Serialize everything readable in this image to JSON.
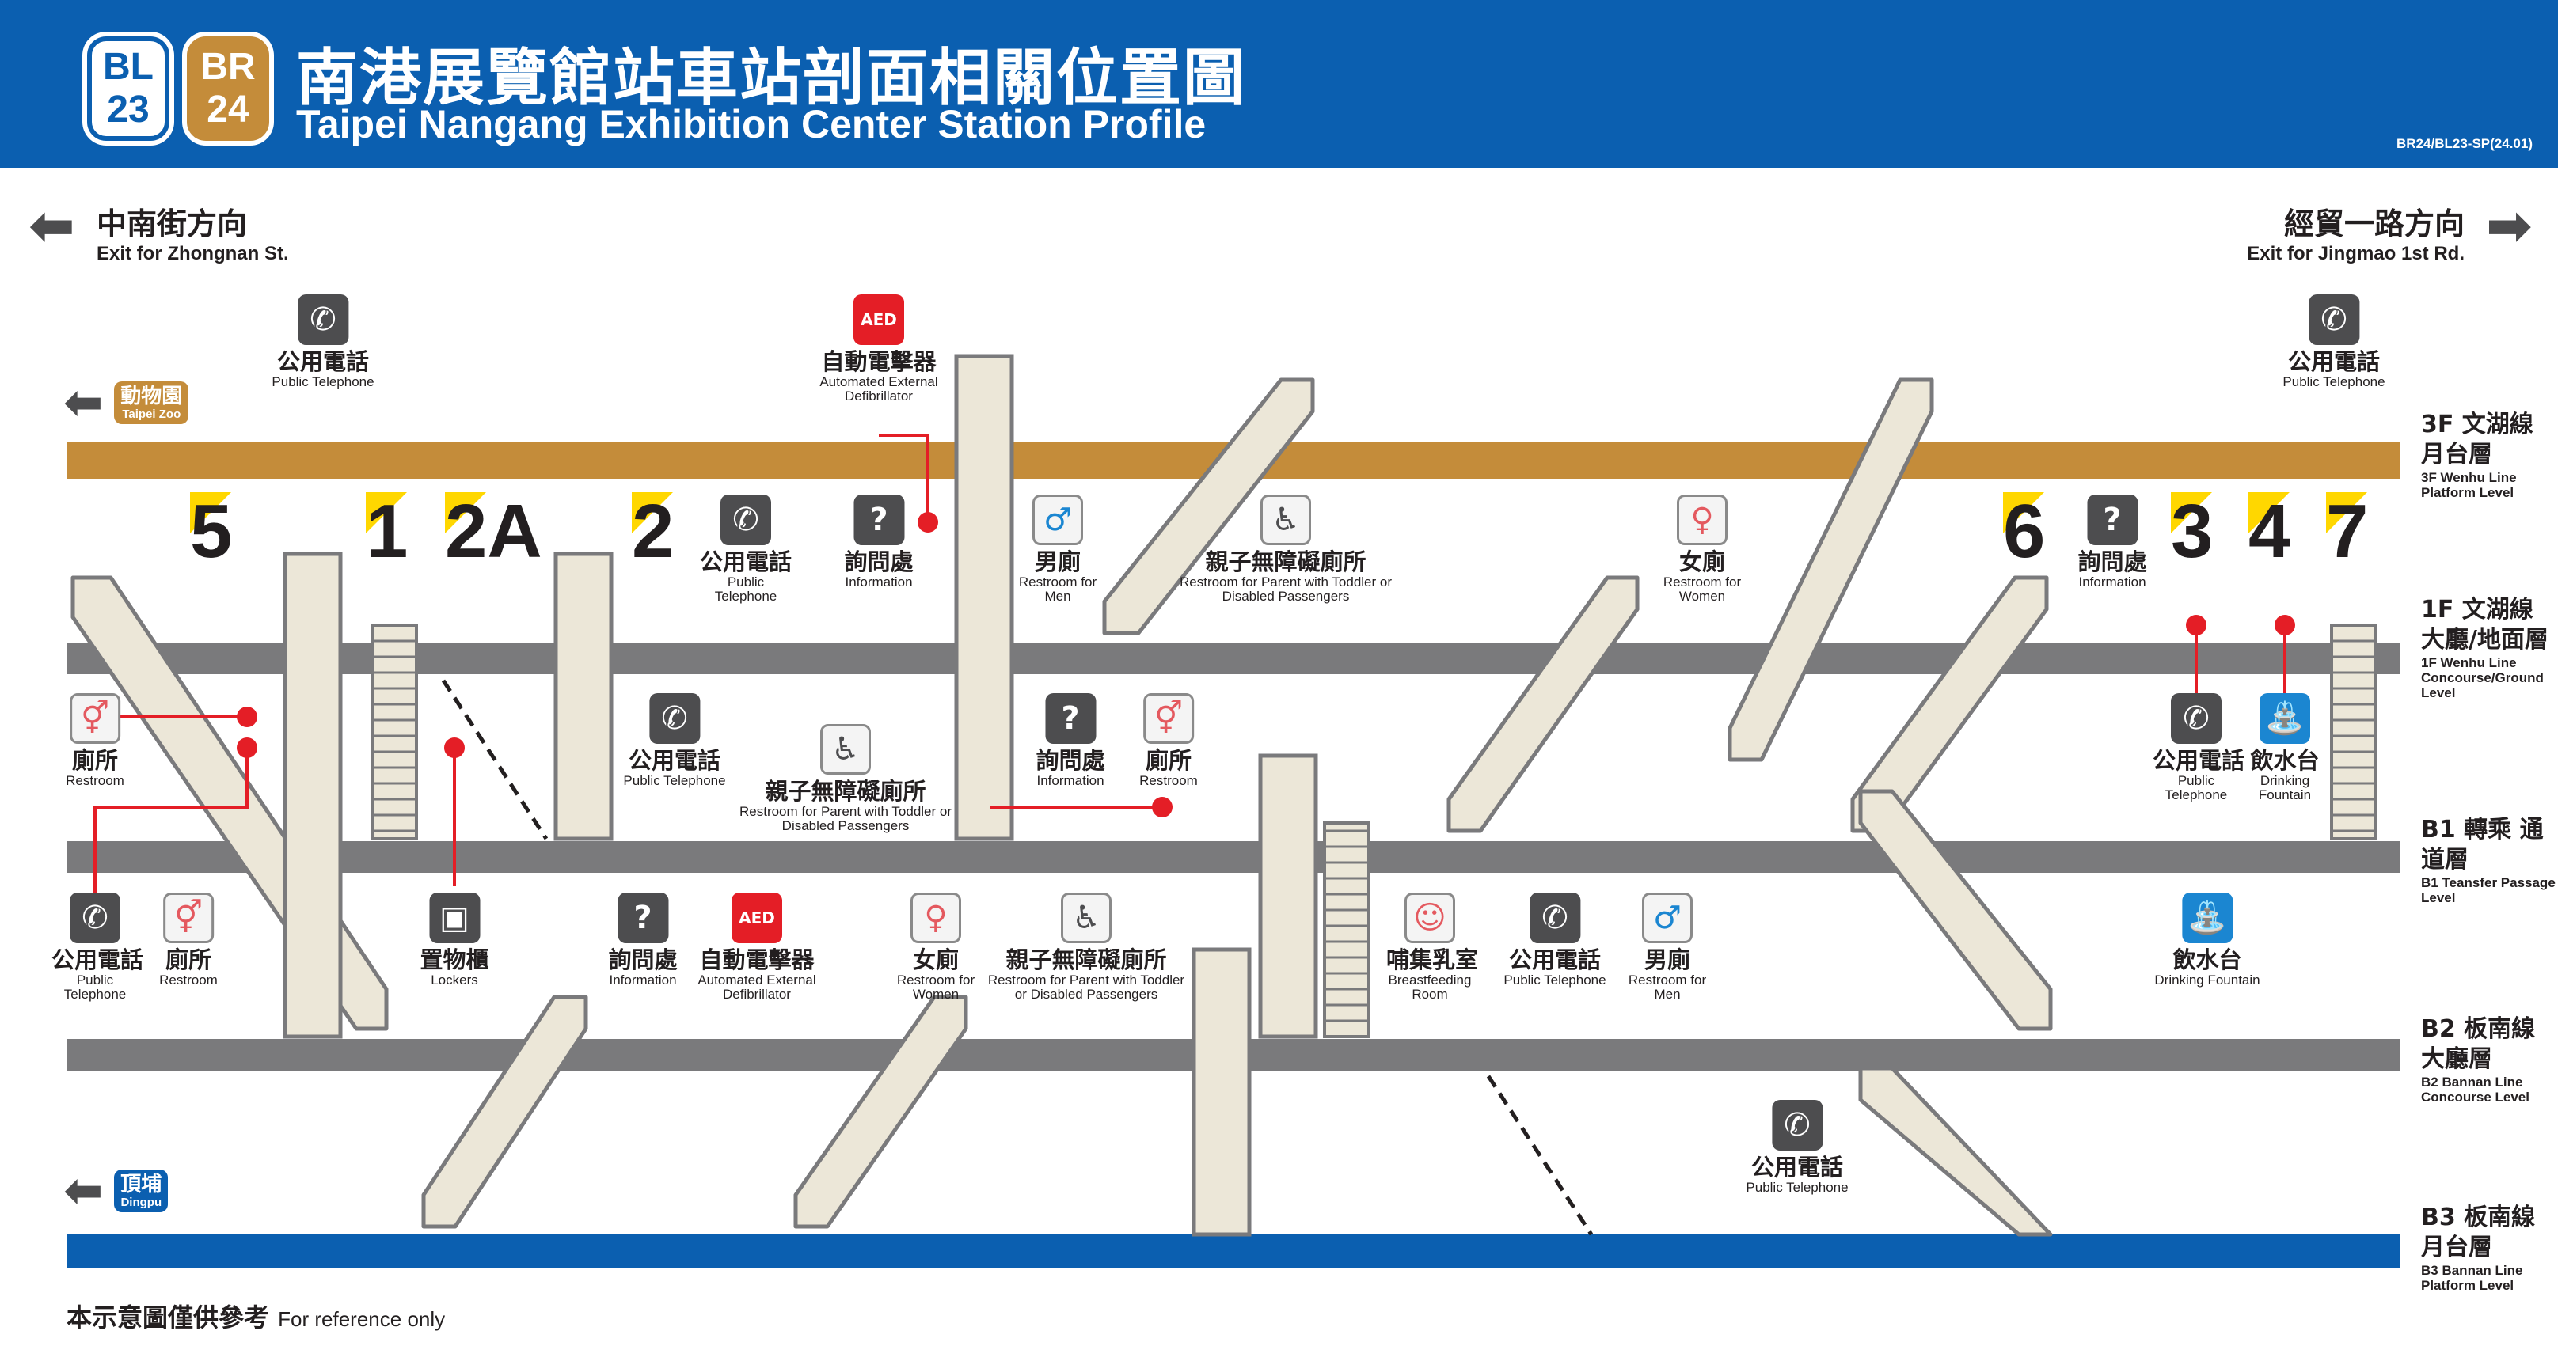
{
  "header": {
    "lines": [
      {
        "code_top": "BL",
        "code_bottom": "23",
        "color": "#0b5fb0"
      },
      {
        "code_top": "BR",
        "code_bottom": "24",
        "color": "#c48c3a"
      }
    ],
    "title_zh": "南港展覽館站車站剖面相關位置圖",
    "title_en": "Taipei Nangang Exhibition Center Station Profile",
    "doc_code": "BR24/BL23-SP(24.01)"
  },
  "exits_direction": {
    "left": {
      "zh": "中南街方向",
      "en": "Exit for Zhongnan St."
    },
    "right": {
      "zh": "經貿一路方向",
      "en": "Exit for Jingmao 1st Rd."
    }
  },
  "destinations": {
    "zoo": {
      "zh": "動物園",
      "en": "Taipei Zoo",
      "color": "#c48c3a"
    },
    "dingpu": {
      "zh": "頂埔",
      "en": "Dingpu",
      "color": "#0b5fb0"
    }
  },
  "floors": [
    {
      "zh": "3F 文湖線 月台層",
      "en": "3F Wenhu Line Platform Level",
      "color": "#c48c3a"
    },
    {
      "zh": "1F 文湖線 大廳/地面層",
      "en": "1F Wenhu Line Concourse/Ground Level",
      "color": "#7a7a7c"
    },
    {
      "zh": "B1 轉乘 通道層",
      "en": "B1 Teansfer Passage Level",
      "color": "#7a7a7c"
    },
    {
      "zh": "B2 板南線 大廳層",
      "en": "B2 Bannan Line Concourse Level",
      "color": "#7a7a7c"
    },
    {
      "zh": "B3 板南線 月台層",
      "en": "B3 Bannan Line Platform Level",
      "color": "#0b5fb0"
    }
  ],
  "exit_numbers": [
    "5",
    "1",
    "2A",
    "2",
    "6",
    "3",
    "4",
    "7"
  ],
  "facilities": {
    "f3_phone_left": {
      "zh": "公用電話",
      "en": "Public Telephone",
      "icon": "telephone-icon"
    },
    "f3_aed": {
      "zh": "自動電擊器",
      "en": "Automated External Defibrillator",
      "icon": "aed-icon",
      "badge": "AED"
    },
    "f3_phone_right": {
      "zh": "公用電話",
      "en": "Public Telephone",
      "icon": "telephone-icon"
    },
    "f1_phone": {
      "zh": "公用電話",
      "en": "Public Telephone",
      "icon": "telephone-icon"
    },
    "f1_info": {
      "zh": "詢問處",
      "en": "Information",
      "icon": "information-icon"
    },
    "f1_men": {
      "zh": "男廁",
      "en": "Restroom for Men",
      "icon": "men-restroom-icon"
    },
    "f1_family": {
      "zh": "親子無障礙廁所",
      "en": "Restroom for Parent with Toddler or Disabled Passengers",
      "icon": "family-restroom-icon"
    },
    "f1_women": {
      "zh": "女廁",
      "en": "Restroom for Women",
      "icon": "women-restroom-icon"
    },
    "f1_info_right": {
      "zh": "詢問處",
      "en": "Information",
      "icon": "information-icon"
    },
    "b1_restroom_left": {
      "zh": "廁所",
      "en": "Restroom",
      "icon": "restroom-icon"
    },
    "b1_phone": {
      "zh": "公用電話",
      "en": "Public Telephone",
      "icon": "telephone-icon"
    },
    "b1_family": {
      "zh": "親子無障礙廁所",
      "en": "Restroom for Parent with Toddler or Disabled Passengers",
      "icon": "family-restroom-icon"
    },
    "b1_info": {
      "zh": "詢問處",
      "en": "Information",
      "icon": "information-icon"
    },
    "b1_restroom": {
      "zh": "廁所",
      "en": "Restroom",
      "icon": "restroom-icon"
    },
    "b1_phone_right": {
      "zh": "公用電話",
      "en": "Public Telephone",
      "icon": "telephone-icon"
    },
    "b1_fountain": {
      "zh": "飲水台",
      "en": "Drinking Fountain",
      "icon": "drinking-fountain-icon"
    },
    "b2_phone_left": {
      "zh": "公用電話",
      "en": "Public Telephone",
      "icon": "telephone-icon"
    },
    "b2_restroom_left": {
      "zh": "廁所",
      "en": "Restroom",
      "icon": "restroom-icon"
    },
    "b2_lockers": {
      "zh": "置物櫃",
      "en": "Lockers",
      "icon": "locker-icon"
    },
    "b2_info": {
      "zh": "詢問處",
      "en": "Information",
      "icon": "information-icon"
    },
    "b2_aed": {
      "zh": "自動電擊器",
      "en": "Automated External Defibrillator",
      "icon": "aed-icon",
      "badge": "AED"
    },
    "b2_women": {
      "zh": "女廁",
      "en": "Restroom for Women",
      "icon": "women-restroom-icon"
    },
    "b2_family": {
      "zh": "親子無障礙廁所",
      "en": "Restroom for Parent with Toddler or Disabled Passengers",
      "icon": "family-restroom-icon"
    },
    "b2_breastfeeding": {
      "zh": "哺集乳室",
      "en": "Breastfeeding Room",
      "icon": "breastfeeding-icon"
    },
    "b2_phone": {
      "zh": "公用電話",
      "en": "Public Telephone",
      "icon": "telephone-icon"
    },
    "b2_men": {
      "zh": "男廁",
      "en": "Restroom for Men",
      "icon": "men-restroom-icon"
    },
    "b2_fountain": {
      "zh": "飲水台",
      "en": "Drinking Fountain",
      "icon": "drinking-fountain-icon"
    },
    "b3_phone": {
      "zh": "公用電話",
      "en": "Public Telephone",
      "icon": "telephone-icon"
    }
  },
  "colors": {
    "marker": "#e41e26",
    "exit_flag": "#ffd700",
    "escalator": "#ece7d8",
    "escalator_edge": "#7a7a7c"
  },
  "footer": {
    "zh": "本示意圖僅供參考",
    "en": "For reference only"
  }
}
